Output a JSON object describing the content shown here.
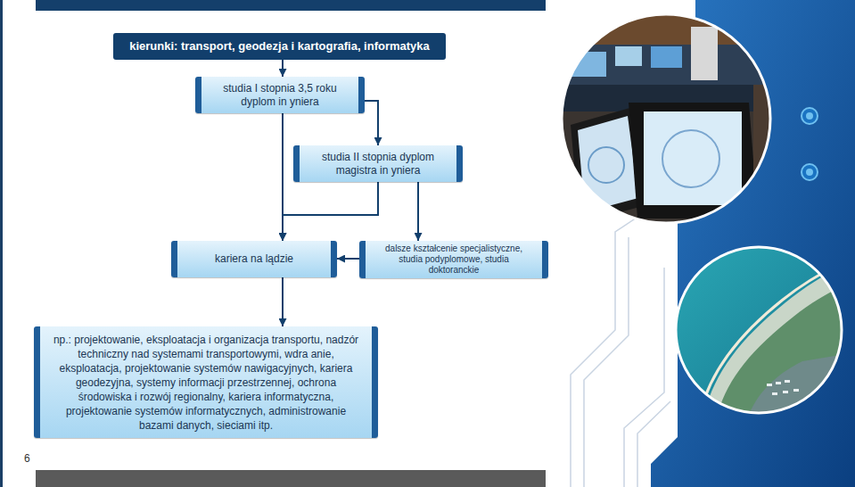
{
  "diagram": {
    "nodes": [
      {
        "text": [
          "kierunki: transport, geodezja i kartografia, informatyka"
        ]
      },
      {
        "text": [
          "studia I stopnia 3,5 roku dyplom in yniera"
        ]
      },
      {
        "text": [
          "studia II stopnia dyplom magistra in yniera"
        ]
      },
      {
        "text": [
          "kariera na lądzie"
        ]
      },
      {
        "text": [
          "dalsze kształcenie specjalistyczne, studia podyplomowe, studia doktoranckie"
        ]
      },
      {
        "text": [
          "np.: projektowanie, eksploatacja i organizacja transportu, nadzór techniczny nad systemami transportowymi, wdra anie, eksploatacja, projektowanie systemów nawigacyjnych, kariera geodezyjna, systemy informacji przestrzennej, ochrona środowiska i rozwój regionalny, kariera informatyczna, projektowanie systemów informatycznych, administrowanie bazami danych, sieciami itp."
        ]
      }
    ],
    "edges": [
      {
        "from": 0,
        "to": 1,
        "arrow": "to"
      },
      {
        "from": 1,
        "to": 3,
        "arrow": "to"
      },
      {
        "from": 1,
        "to": 2,
        "arrow": "to"
      },
      {
        "from": 2,
        "to": 3,
        "arrow": "to"
      },
      {
        "from": 2,
        "to": 4,
        "arrow": "to"
      },
      {
        "from": 4,
        "to": 3,
        "arrow": "to"
      },
      {
        "from": 3,
        "to": 5,
        "arrow": "to"
      }
    ],
    "labels": [
      "6"
    ]
  }
}
